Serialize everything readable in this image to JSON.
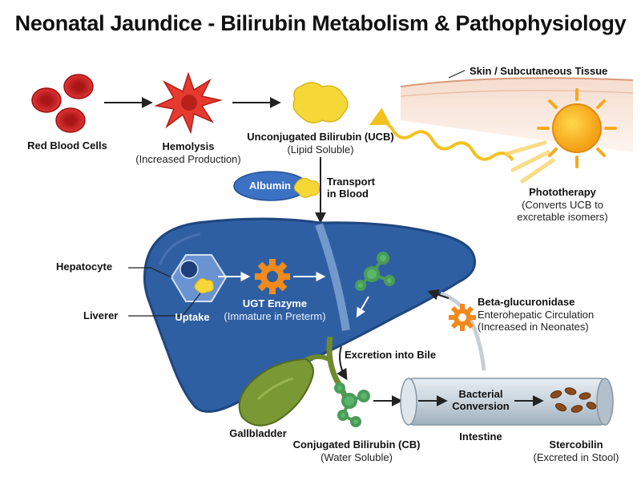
{
  "title": "Neonatal Jaundice - Bilirubin Metabolism & Pathophysiology",
  "nodes": {
    "rbc": {
      "label": "Red Blood Cells"
    },
    "hemolysis": {
      "label": "Hemolysis",
      "sub": "(Increased Production)"
    },
    "ucb": {
      "label": "Unconjugated Bilirubin (UCB)",
      "sub": "(Lipid Soluble)"
    },
    "skin": {
      "label": "Skin / Subcutaneous Tissue"
    },
    "phototherapy": {
      "label": "Phototherapy",
      "sub": "(Converts UCB to excretable isomers)"
    },
    "albumin": {
      "label": "Albumin"
    },
    "transport": {
      "label": "Transport in Blood"
    },
    "hepatocyte": {
      "label": "Hepatocyte"
    },
    "liverer": {
      "label": "Liverer"
    },
    "uptake": {
      "label": "Uptake"
    },
    "ugt": {
      "label": "UGT Enzyme",
      "sub": "(Immature in Preterm)"
    },
    "beta": {
      "label": "Beta-glucuronidase",
      "sub": "Enterohepatic Circulation (Increased in Neonates)"
    },
    "excretion": {
      "label": "Excretion into Bile"
    },
    "gallbladder": {
      "label": "Gallbladder"
    },
    "cb": {
      "label": "Conjugated Bilirubin (CB)",
      "sub": "(Water Soluble)"
    },
    "bacterial": {
      "label": "Bacterial Conversion"
    },
    "intestine": {
      "label": "Intestine"
    },
    "stercobilin": {
      "label": "Stercobilin",
      "sub": "(Excreted in Stool)"
    }
  },
  "colors": {
    "rbc": "#d92b2b",
    "hemolysis": "#e63a2e",
    "bilirubin_yellow": "#f5d838",
    "liver_blue": "#2f5fa3",
    "conjugated_green": "#5bb56a",
    "enzyme_orange": "#f08a1c",
    "sun": "#f6b11b",
    "gallbladder": "#6e8a2c",
    "intestine": "#c8d3dc"
  }
}
